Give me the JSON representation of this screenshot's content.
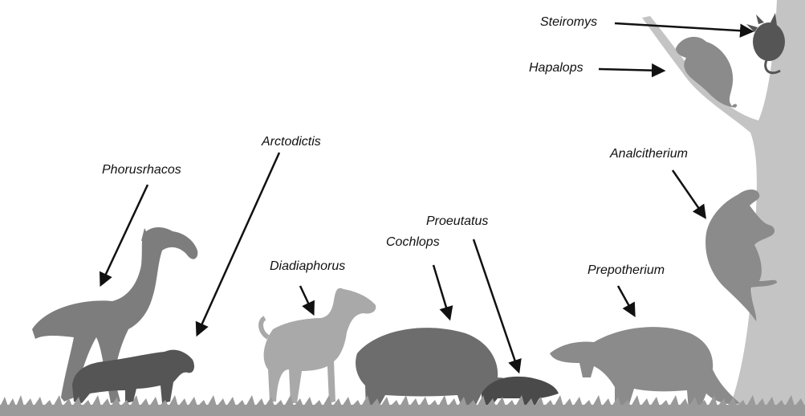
{
  "labels": {
    "steiromys": "Steiromys",
    "hapalops": "Hapalops",
    "analcitherium": "Analcitherium",
    "arctodictis": "Arctodictis",
    "phorusrhacos": "Phorusrhacos",
    "proeutatus": "Proeutatus",
    "cochlops": "Cochlops",
    "diadiaphorus": "Diadiaphorus",
    "prepotherium": "Prepotherium"
  },
  "colors": {
    "tree": "#c4c4c4",
    "light_animal": "#a9a9a9",
    "mid_animal": "#8b8b8b",
    "dark_animal": "#6d6d6d",
    "darkest_animal": "#555555",
    "grass": "#9a9a9a",
    "arrow": "#111111"
  }
}
